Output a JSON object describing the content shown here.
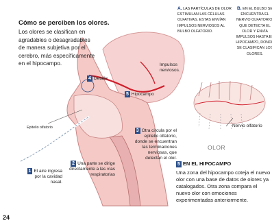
{
  "title": "Cómo se perciben los olores.",
  "intro": "Los olores se clasifican en agradables o desagradables de manera subjetiva por el cerebro, más específicamente en el hipocampo.",
  "note_a": {
    "letter": "A.",
    "text": "Las partículas de olor estimulan las células olfativas. Estas envían impulsos nerviosos al bulbo olfatorio."
  },
  "note_b": {
    "letter": "B.",
    "text": "En el bulbo se encuentra el nervio olfatorio, que detecta el olor y envía impulsos hasta el hipocampo, donde se clasifican los olores."
  },
  "labels": {
    "impulsos": "Impulsos nerviosos.",
    "detalle": "Detalle",
    "detalle_num": "4",
    "hipocampo": "Hipocampo",
    "hipocampo_num": "5",
    "epitelio": "Epitelio olfatorio",
    "nervio_olfatorio": "Nervio olfatorio",
    "olor": "OLOR"
  },
  "steps": [
    {
      "num": "1",
      "text": "El aire ingresa por la cavidad nasal."
    },
    {
      "num": "2",
      "text": "Una parte se dirige directamente a las vías respiratorias"
    },
    {
      "num": "3",
      "text": "Otra circula por el epitelio olfatorio, donde se encuentran las terminaciones nerviosas, que detectan el olor."
    }
  ],
  "section5": {
    "num": "5",
    "title": "En el hipocampo",
    "text": "Una zona del hipocampo coteja el nuevo olor con una base de datos de olores ya catalogados. Otra zona compara el nuevo olor con emociones experimentadas anteriormente."
  },
  "page_number": "24",
  "colors": {
    "accent_blue": "#2a4f8a",
    "tissue_pink": "#f2c4c4",
    "arrow_red": "#d01f2b"
  }
}
